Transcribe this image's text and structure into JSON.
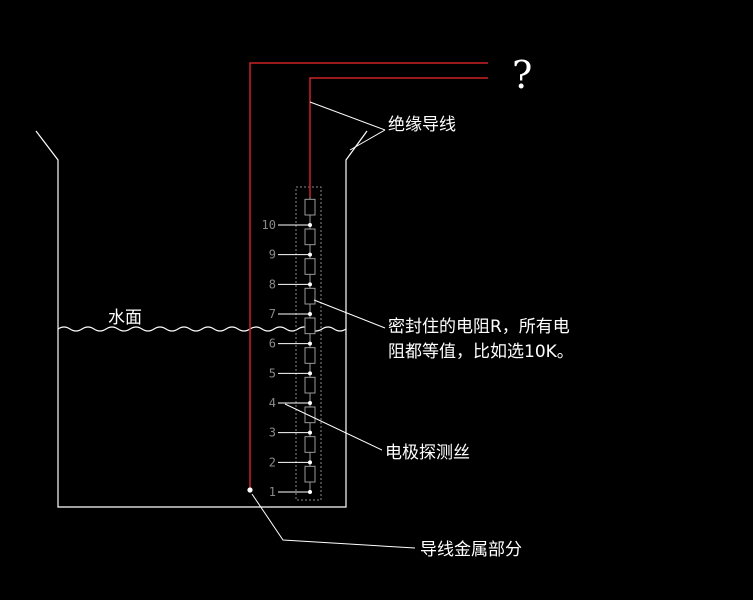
{
  "labels": {
    "question": "?",
    "insulated_wire": "绝缘导线",
    "water_surface": "水面",
    "resistor_note_line1": "密封住的电阻R，所有电",
    "resistor_note_line2": "阻都等值，比如选10K。",
    "probe_wire": "电极探测丝",
    "wire_metal": "导线金属部分"
  },
  "electrodes": [
    {
      "number": "1"
    },
    {
      "number": "2"
    },
    {
      "number": "3"
    },
    {
      "number": "4"
    },
    {
      "number": "5"
    },
    {
      "number": "6"
    },
    {
      "number": "7"
    },
    {
      "number": "8"
    },
    {
      "number": "9"
    },
    {
      "number": "10"
    }
  ],
  "colors": {
    "background": "#000000",
    "wire": "#cc2222",
    "line": "#ffffff",
    "probe_bar": "#8a8a8a",
    "resistor": "#9a9a9a"
  }
}
